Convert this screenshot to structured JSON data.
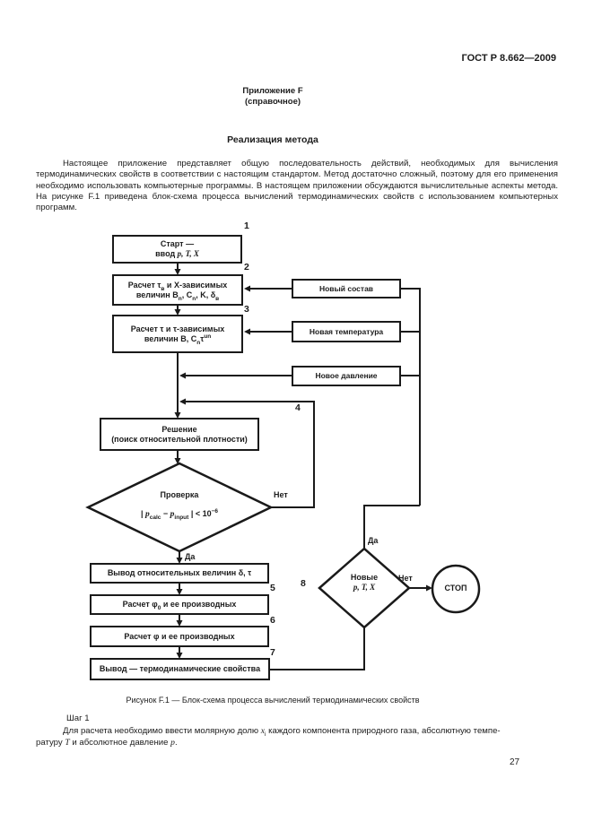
{
  "colors": {
    "ink": "#1a1a1a",
    "paper": "#ffffff"
  },
  "header": {
    "standard_ref": "ГОСТ Р 8.662—2009"
  },
  "annex": {
    "line1": "Приложение F",
    "line2": "(справочное)"
  },
  "section_title": "Реализация метода",
  "intro_paragraph": "Настоящее приложение представляет общую последовательность действий, необходимых для вычисления термодинамических свойств в соответствии с настоящим стандартом. Метод достаточно сложный, поэтому для его применения необходимо использовать компьютерные программы. В настоящем приложении обсуждаются вычислительные аспекты метода. На рисунке F.1 приведена блок-схема процесса вычислений термодинамических свойств с использованием компьютерных программ.",
  "figure": {
    "caption": "Рисунок F.1 — Блок-схема процесса вычислений термодинамических свойств"
  },
  "flowchart": {
    "labels": {
      "n1": "1",
      "n2": "2",
      "n3": "3",
      "n4": "4",
      "n5": "5",
      "n6": "6",
      "n7": "7",
      "n8": "8",
      "yes": "Да",
      "no": "Нет"
    },
    "start": {
      "l1": "Старт —",
      "l2a": "ввод ",
      "l2b": "p, T, X"
    },
    "calc_x": {
      "l1a": "Расчет τ",
      "l1sub": "в",
      "l1b": " и X-зависимых",
      "l2a": "величин B",
      "l2sub1": "n",
      "l2b": ", C",
      "l2sub2": "n",
      "l2c": ", K, δ",
      "l2sub3": "в"
    },
    "calc_tau": {
      "l1": "Расчет τ и τ-зависимых",
      "l2a": "величин B, C",
      "l2sub": "n",
      "l2b": "τ",
      "l2sup": "un"
    },
    "solve": {
      "l1": "Решение",
      "l2": "(поиск относительной плотности)"
    },
    "check": {
      "l1": "Проверка",
      "f_a": "| ",
      "f_p1": "p",
      "f_sub1": "calc",
      "f_b": " − ",
      "f_p2": "p",
      "f_sub2": "input",
      "f_c": " | < 10",
      "f_sup": "−6"
    },
    "out_reduced": {
      "l1": "Вывод относительных величин δ, τ"
    },
    "calc_phi0": {
      "a": "Расчет φ",
      "sub": "0",
      "b": " и ее производных"
    },
    "calc_phi": {
      "l1": "Расчет φ и ее производных"
    },
    "out_props": {
      "l1": "Вывод — термодинамические свойства"
    },
    "new_composition": {
      "l1": "Новый состав"
    },
    "new_temperature": {
      "l1": "Новая температура"
    },
    "new_pressure": {
      "l1": "Новое давление"
    },
    "new_ptx": {
      "l1": "Новые",
      "l2": "p, T, X"
    },
    "stop": {
      "l1": "СТОП"
    }
  },
  "step": {
    "heading": "Шаг 1",
    "line1_a": "Для расчета необходимо ввести молярную долю ",
    "line1_var": "x",
    "line1_var_sub": "i",
    "line1_b": " каждого компонента природного газа, абсолютную темпе-",
    "line2_a": "ратуру ",
    "line2_var1": "T",
    "line2_b": " и абсолютное давление ",
    "line2_var2": "p",
    "line2_end": "."
  },
  "page_number": "27"
}
